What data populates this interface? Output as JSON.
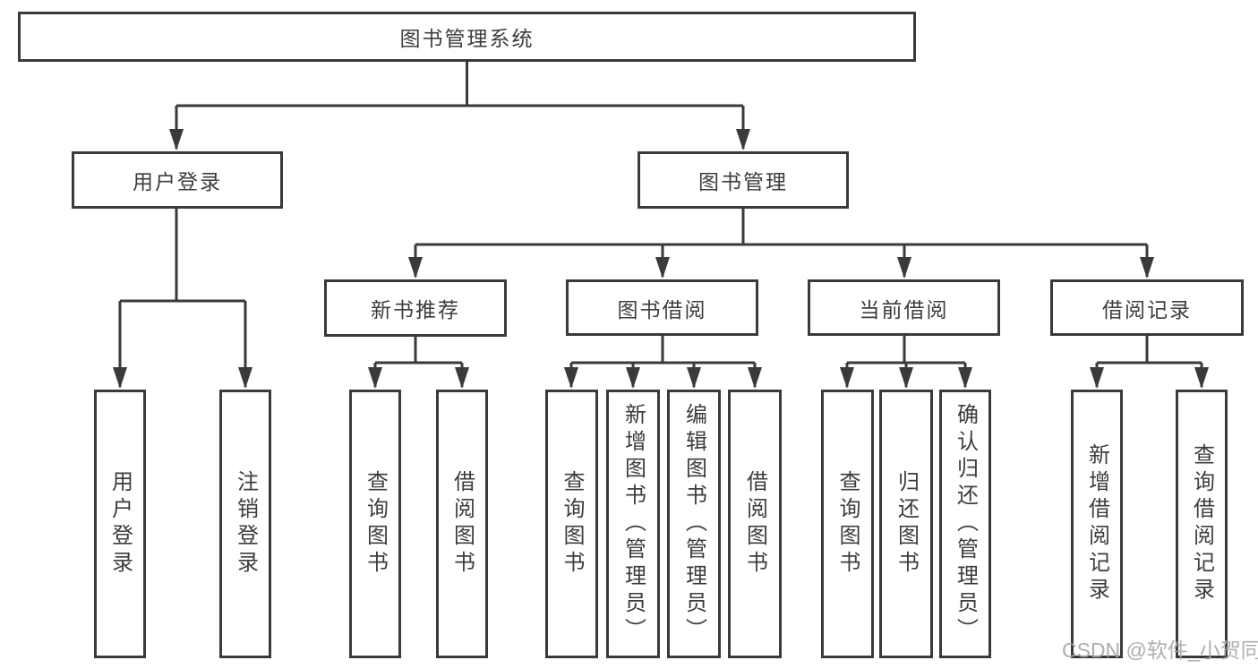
{
  "nodes": {
    "root": "图书管理系统",
    "user_login": "用户登录",
    "book_mgmt": "图书管理",
    "new_books": "新书推荐",
    "book_borrow": "图书借阅",
    "current_borrow": "当前借阅",
    "borrow_records": "借阅记录"
  },
  "leaves": {
    "user_login": [
      "用户登录",
      "注销登录"
    ],
    "new_books": [
      "查询图书",
      "借阅图书"
    ],
    "book_borrow": [
      "查询图书",
      "新增图书（管理员）",
      "编辑图书（管理员）",
      "借阅图书"
    ],
    "current_borrow": [
      "查询图书",
      "归还图书",
      "确认归还（管理员）"
    ],
    "borrow_records": [
      "新增借阅记录",
      "查询借阅记录"
    ]
  },
  "watermark": "CSDN @软件_小贺同学",
  "colors": {
    "line": "#3a3a3a",
    "text": "#3d3d3d",
    "watermark": "#a5a5a5",
    "background": "#ffffff"
  }
}
